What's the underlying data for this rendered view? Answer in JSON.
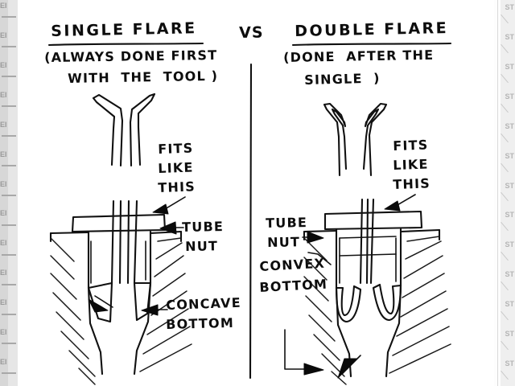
{
  "document": {
    "kind": "hand-drawn-diagram",
    "ink_color": "#111111",
    "paper_color": "#ffffff",
    "edge_strip_color": "#d7d7d7",
    "watermark_color": "#b4b4b4"
  },
  "left_panel": {
    "heading": "SINGLE FLARE",
    "subtitle_line1": "(ALWAYS DONE FIRST",
    "subtitle_line2": "WITH  THE  TOOL )",
    "fits_line1": "FITS",
    "fits_line2": "LIKE",
    "fits_line3": "THIS",
    "label_tube_nut_line1": "TUBE",
    "label_tube_nut_line2": "NUT",
    "label_bottom_line1": "CONCAVE",
    "label_bottom_line2": "BOTTOM"
  },
  "separator": {
    "vs_label": "VS"
  },
  "right_panel": {
    "heading": "DOUBLE FLARE",
    "subtitle_line1": "(DONE  AFTER THE",
    "subtitle_line2": "SINGLE  )",
    "fits_line1": "FITS",
    "fits_line2": "LIKE",
    "fits_line3": "THIS",
    "label_tube_nut_line1": "TUBE",
    "label_tube_nut_line2": "NUT",
    "label_bottom_line1": "CONVEX",
    "label_bottom_line2": "BOTTOM"
  },
  "edge_left": {
    "glyph": "EI",
    "repeat": 13
  },
  "edge_right": {
    "glyph": "ST",
    "repeat": 13
  }
}
